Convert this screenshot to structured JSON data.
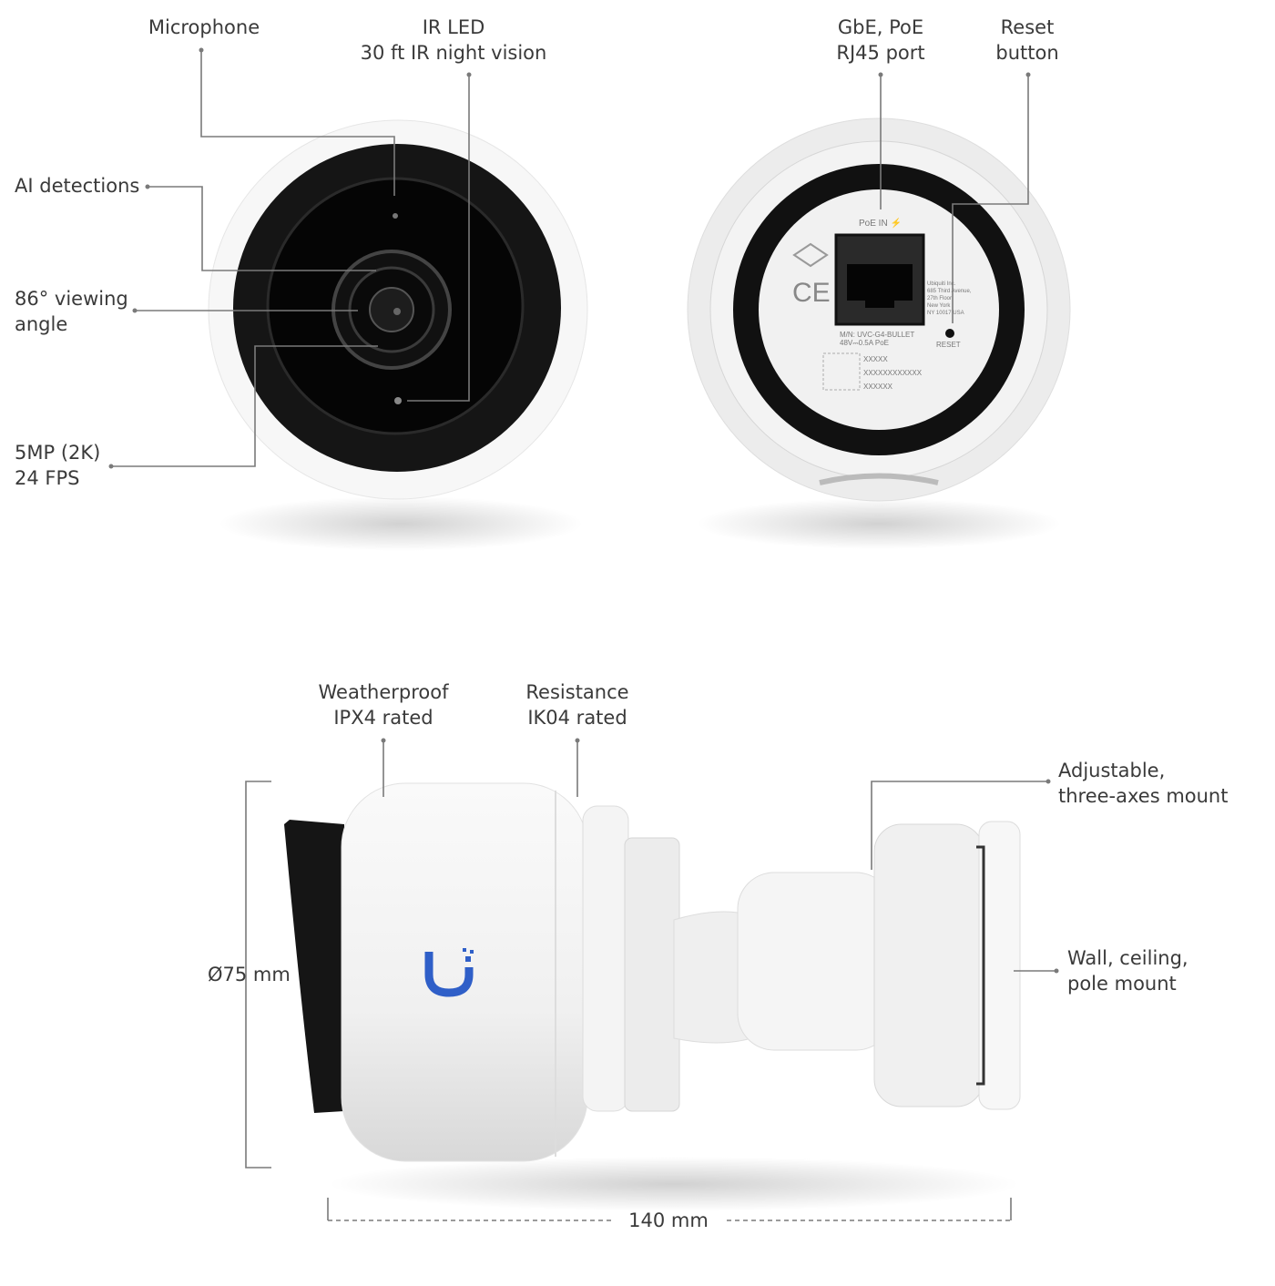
{
  "callouts": {
    "microphone": "Microphone",
    "ir_led": [
      "IR LED",
      "30 ft IR night vision"
    ],
    "ai_detections": "AI detections",
    "viewing_angle": [
      "86° viewing",
      "angle"
    ],
    "resolution": [
      "5MP (2K)",
      "24 FPS"
    ],
    "port": [
      "GbE, PoE",
      "RJ45 port"
    ],
    "reset": [
      "Reset",
      "button"
    ],
    "weatherproof": [
      "Weatherproof",
      "IPX4 rated"
    ],
    "resistance": [
      "Resistance",
      "IK04 rated"
    ],
    "mount_adjustable": [
      "Adjustable,",
      "three-axes mount"
    ],
    "mount_types": [
      "Wall, ceiling,",
      "pole mount"
    ]
  },
  "dimensions": {
    "diameter": "Ø75 mm",
    "length": "140 mm"
  },
  "back_plate": {
    "poe_in": "PoE IN ⚡",
    "address": [
      "Ubiquiti Inc.",
      "685 Third Avenue,",
      "27th Floor",
      "New York",
      "NY 10017 USA"
    ],
    "model": "M/N: UVC-G4-BULLET",
    "power": "48V⎓0.5A PoE",
    "reset": "RESET",
    "codes": [
      "XXXXX",
      "XXXXXXXXXXXX",
      "XXXXXX"
    ]
  },
  "colors": {
    "logo": "#2f5fc8",
    "leader": "#7a7a7a",
    "text": "#3a3a3a"
  }
}
